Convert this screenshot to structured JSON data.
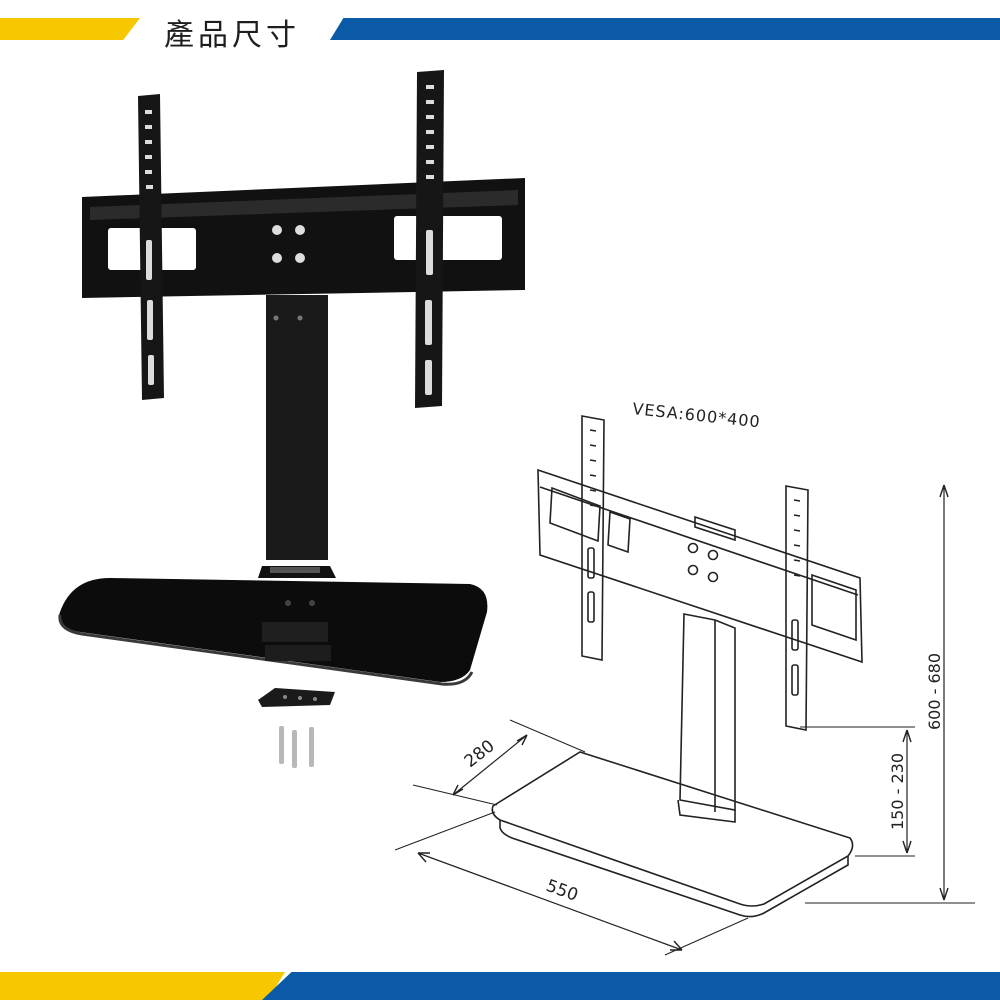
{
  "header": {
    "title": "產品尺寸"
  },
  "colors": {
    "accent_yellow": "#f7c700",
    "accent_blue": "#0a5aa8",
    "product_black": "#151515"
  },
  "drawing": {
    "vesa_label": "VESA:600*400",
    "dims": {
      "depth": "280",
      "width": "550",
      "base_height": "150 - 230",
      "total_height": "600 - 680"
    }
  }
}
